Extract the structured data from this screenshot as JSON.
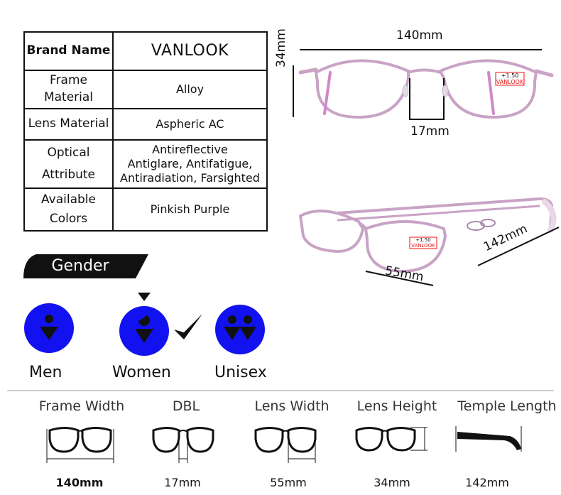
{
  "specs": [
    {
      "key": "Brand Name",
      "value": "VANLOOK"
    },
    {
      "key": "Frame\nMaterial",
      "value": "Alloy"
    },
    {
      "key": "Lens Material",
      "value": "Aspheric AC"
    },
    {
      "key": "Optical\nAttribute",
      "value": "Antireflective\nAntiglare,  Antifatigue,\nAntiradiation, Farsighted"
    },
    {
      "key": "Available\nColors",
      "value": "Pinkish Purple"
    }
  ],
  "photo": {
    "width_label": "140mm",
    "height_label": "34mm",
    "bridge_label": "17mm",
    "lens_label": "55mm",
    "temple_label": "142mm",
    "lens_sticker_power": "+1.50",
    "lens_sticker_brand": "VANLOOK"
  },
  "gender": {
    "title": "Gender",
    "options": [
      "Men",
      "Women",
      "Unisex"
    ],
    "selected": "Women"
  },
  "dimensions": [
    {
      "name": "Frame Width",
      "value": "140mm"
    },
    {
      "name": "DBL",
      "value": "17mm"
    },
    {
      "name": "Lens Width",
      "value": "55mm"
    },
    {
      "name": "Lens Height",
      "value": "34mm"
    },
    {
      "name": "Temple Length",
      "value": "142mm"
    }
  ],
  "colors": {
    "gender_circle": "#1212f0",
    "frame": "#c9a3c6",
    "ink": "#111111"
  }
}
